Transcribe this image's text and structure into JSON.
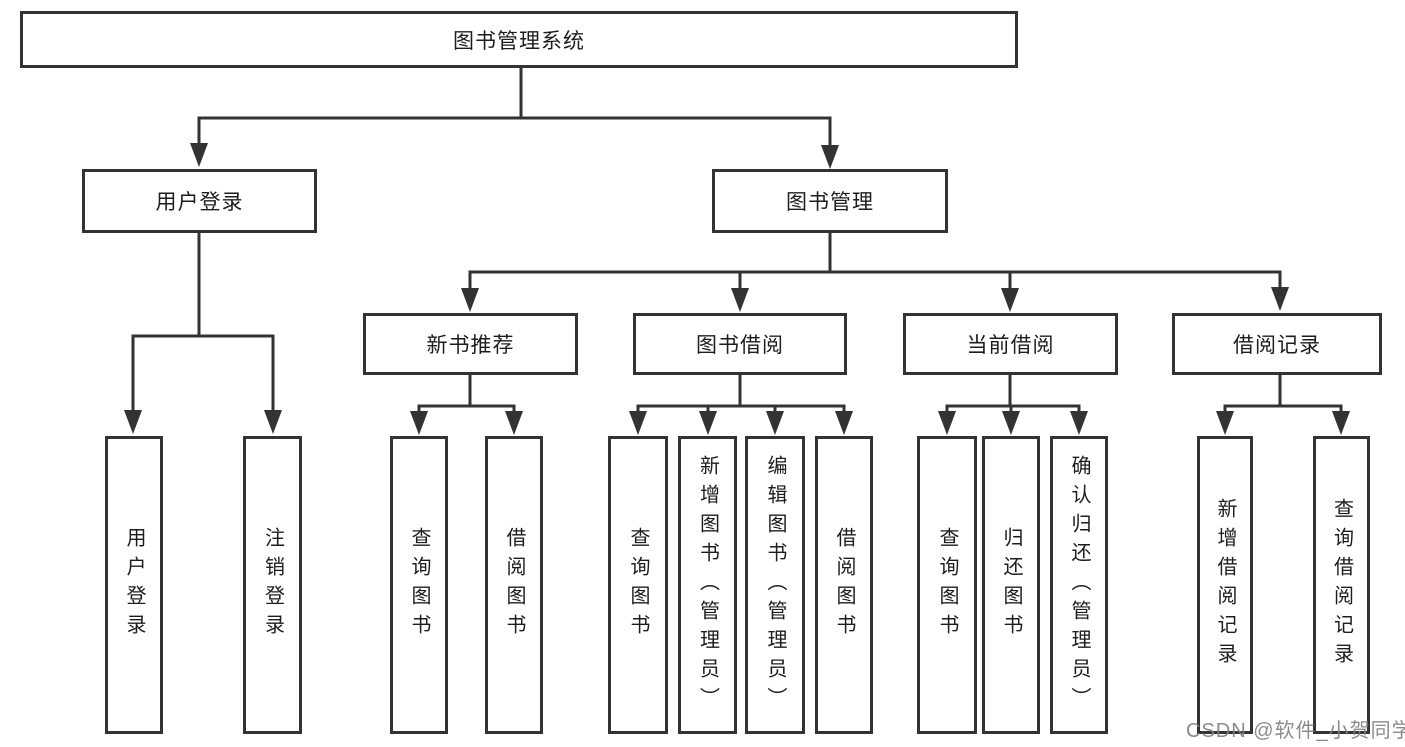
{
  "diagram": {
    "tree": {
      "label": "图书管理系统",
      "children": [
        {
          "label": "用户登录",
          "children": [
            {
              "label": "用户登录"
            },
            {
              "label": "注销登录"
            }
          ]
        },
        {
          "label": "图书管理",
          "children": [
            {
              "label": "新书推荐",
              "children": [
                {
                  "label": "查询图书"
                },
                {
                  "label": "借阅图书"
                }
              ]
            },
            {
              "label": "图书借阅",
              "children": [
                {
                  "label": "查询图书"
                },
                {
                  "label": "新增图书（管理员）"
                },
                {
                  "label": "编辑图书（管理员）"
                },
                {
                  "label": "借阅图书"
                }
              ]
            },
            {
              "label": "当前借阅",
              "children": [
                {
                  "label": "查询图书"
                },
                {
                  "label": "归还图书"
                },
                {
                  "label": "确认归还（管理员）"
                }
              ]
            },
            {
              "label": "借阅记录",
              "children": [
                {
                  "label": "新增借阅记录"
                },
                {
                  "label": "查询借阅记录"
                }
              ]
            }
          ]
        }
      ]
    },
    "colors": {
      "line": "#333333",
      "box_border": "#333333",
      "text": "#1d1d1f",
      "background": "#ffffff",
      "watermark_text": "#808088"
    }
  },
  "watermark": "CSDN @软件_小贺同学"
}
